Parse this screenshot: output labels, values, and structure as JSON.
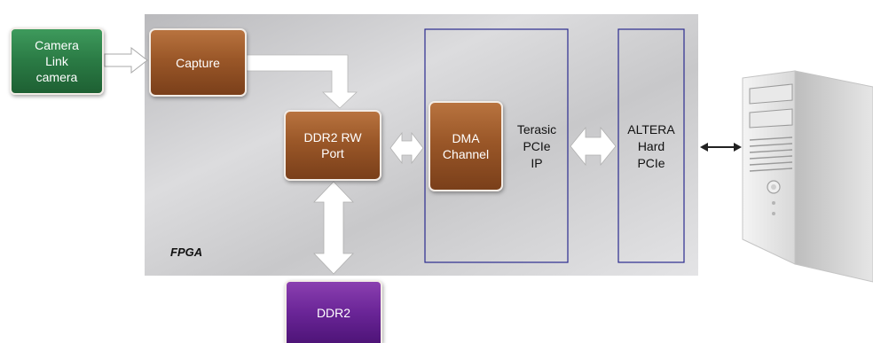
{
  "diagram": {
    "fpga_label": "FPGA",
    "blocks": {
      "camera": "Camera\nLink\ncamera",
      "capture": "Capture",
      "ddr2_rw_port": "DDR2 RW\nPort",
      "dma_channel": "DMA\nChannel",
      "terasic_pcie_ip": "Terasic\nPCIe\nIP",
      "altera_hard_pcie": "ALTERA\nHard\nPCIe",
      "ddr2": "DDR2"
    },
    "colors": {
      "module_brown": "#9a5728",
      "camera_green": "#2a7a44",
      "ddr2_purple": "#6a2597",
      "ip_box_outline": "#2b2b8f",
      "fpga_panel": "#c9c9cb"
    },
    "icons": {
      "host": "desktop-tower-icon"
    }
  }
}
